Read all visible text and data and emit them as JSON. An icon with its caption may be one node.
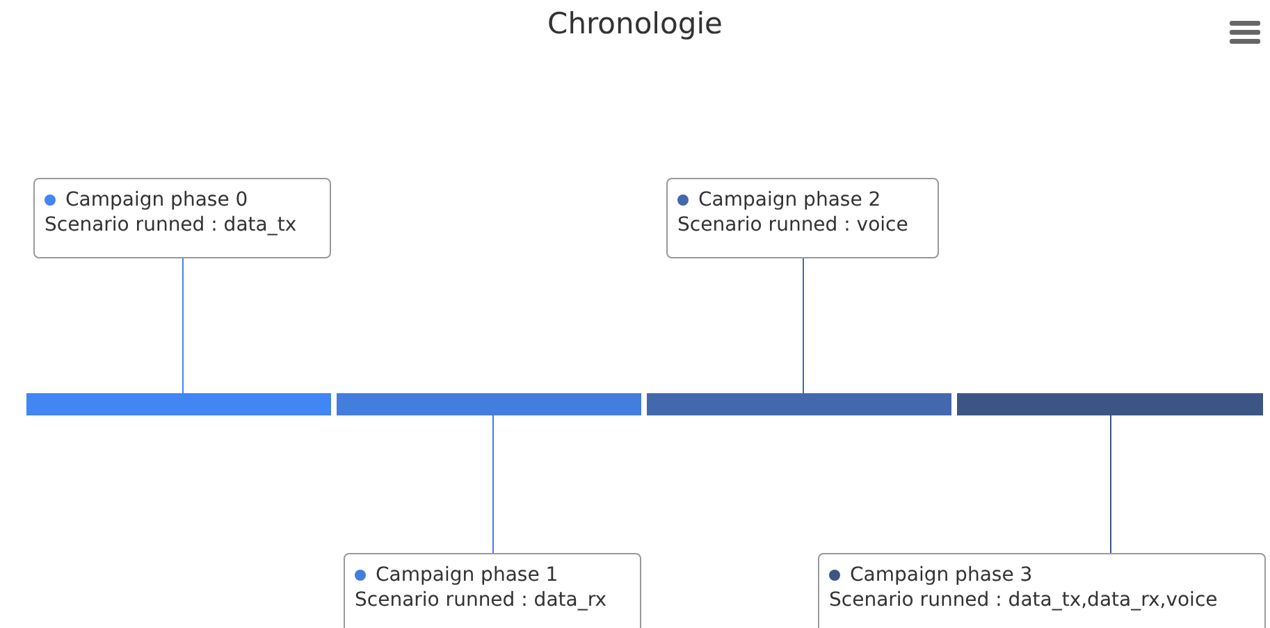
{
  "diagram": {
    "title": "Chronologie",
    "nodes": [
      {
        "text": [
          "Campaign phase 0",
          "Scenario runned : data_tx"
        ]
      },
      {
        "text": [
          "Campaign phase 1",
          "Scenario runned : data_rx"
        ]
      },
      {
        "text": [
          "Campaign phase 2",
          "Scenario runned : voice"
        ]
      },
      {
        "text": [
          "Campaign phase 3",
          "Scenario runned : data_tx,data_rx,voice"
        ]
      },
      {
        "text": [],
        "shape": "bar"
      },
      {
        "text": [],
        "shape": "bar"
      },
      {
        "text": [],
        "shape": "bar"
      },
      {
        "text": [],
        "shape": "bar"
      }
    ],
    "edges": [
      {
        "from": 0,
        "to": 4,
        "arrow": "none"
      },
      {
        "from": 1,
        "to": 5,
        "arrow": "none"
      },
      {
        "from": 2,
        "to": 6,
        "arrow": "none"
      },
      {
        "from": 3,
        "to": 7,
        "arrow": "none",
        "color": "#3d5585"
      }
    ]
  }
}
